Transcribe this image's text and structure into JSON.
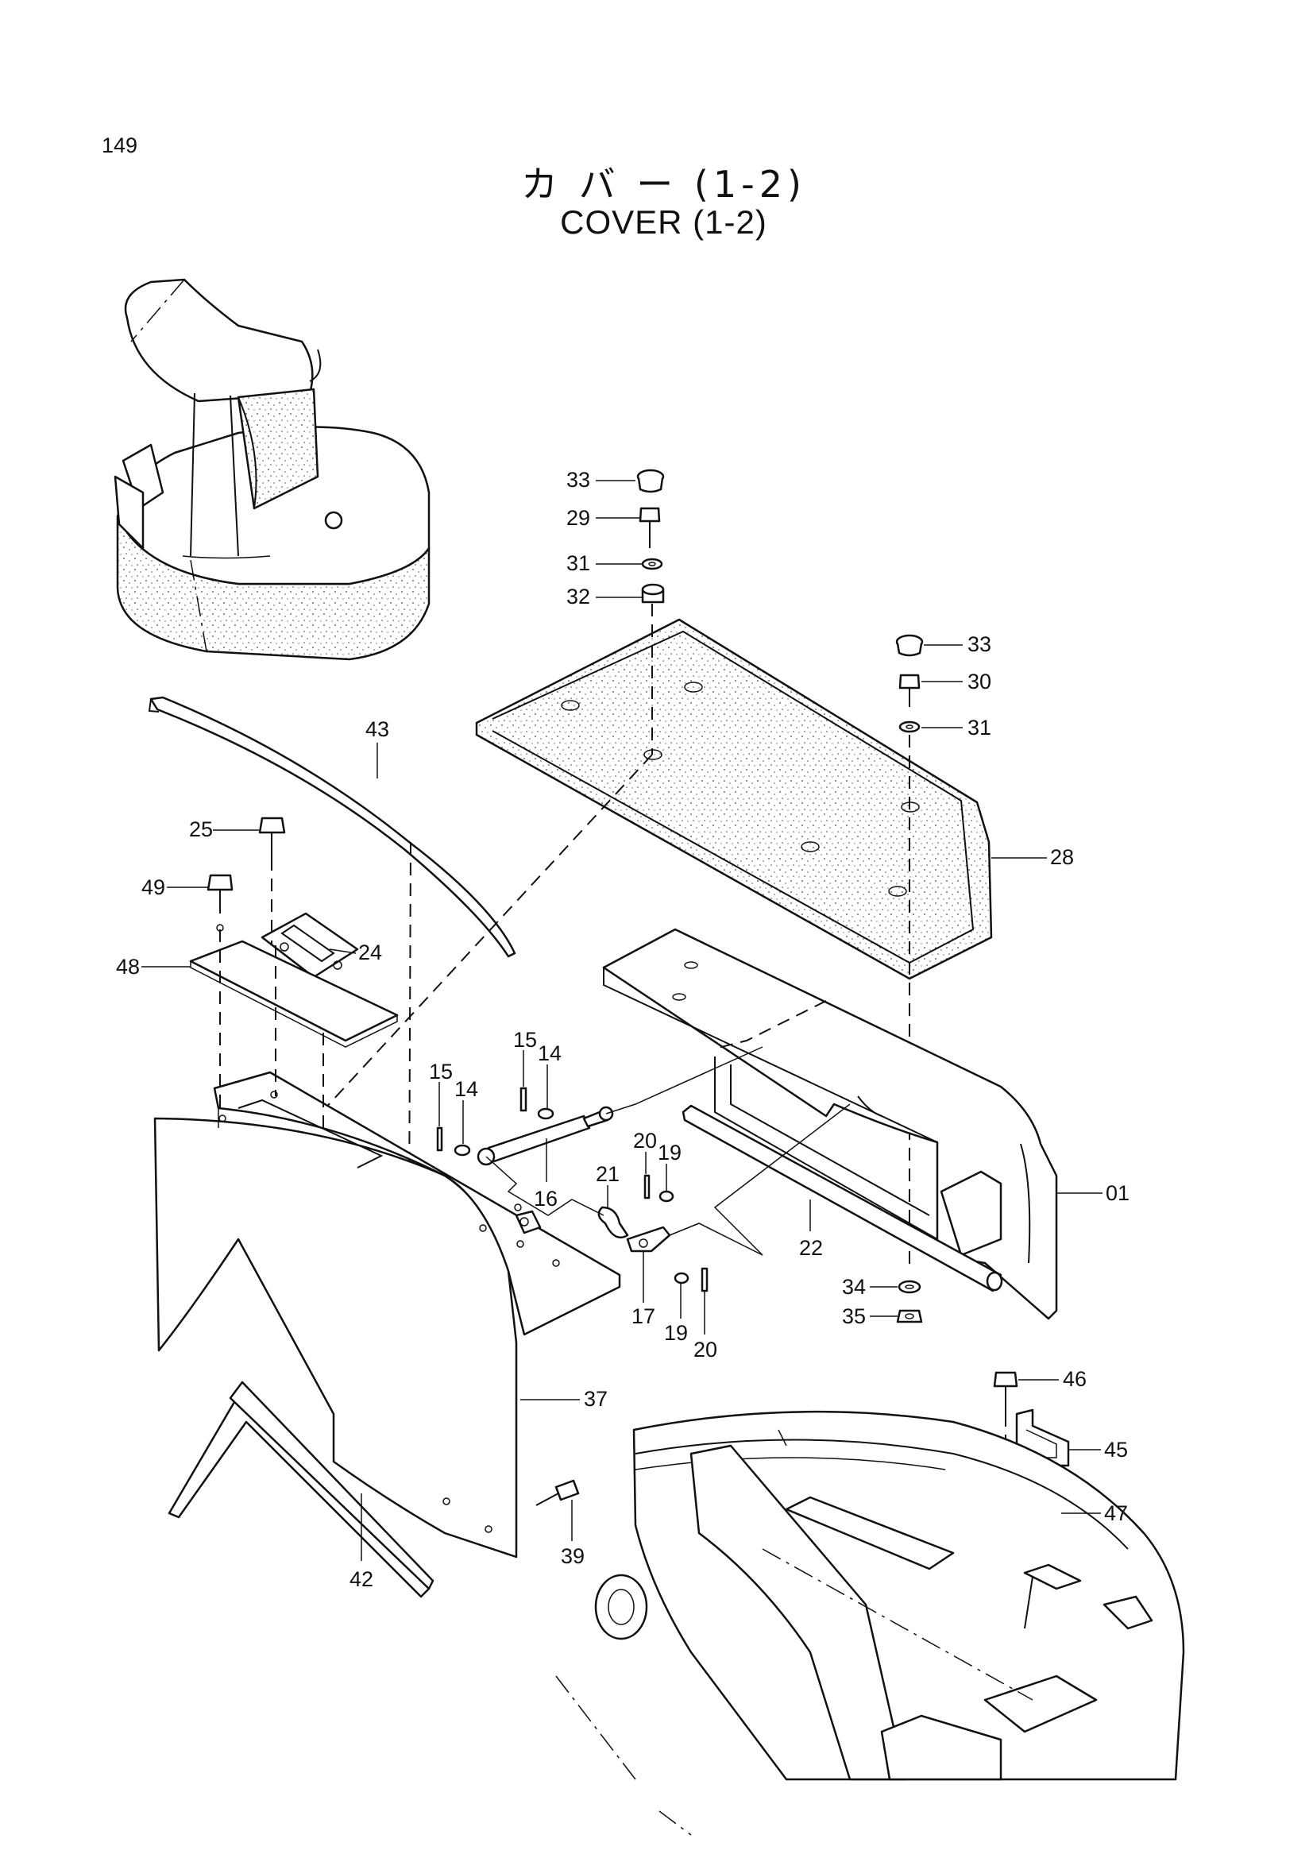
{
  "page": {
    "number": "149"
  },
  "title": {
    "japanese": "カ バ ー  (1-2)",
    "english": "COVER (1-2)"
  },
  "callouts": [
    {
      "id": "33a",
      "label": "33"
    },
    {
      "id": "29",
      "label": "29"
    },
    {
      "id": "31a",
      "label": "31"
    },
    {
      "id": "32",
      "label": "32"
    },
    {
      "id": "33b",
      "label": "33"
    },
    {
      "id": "30",
      "label": "30"
    },
    {
      "id": "31b",
      "label": "31"
    },
    {
      "id": "43",
      "label": "43"
    },
    {
      "id": "25",
      "label": "25"
    },
    {
      "id": "49",
      "label": "49"
    },
    {
      "id": "24",
      "label": "24"
    },
    {
      "id": "48",
      "label": "48"
    },
    {
      "id": "28",
      "label": "28"
    },
    {
      "id": "15a",
      "label": "15"
    },
    {
      "id": "14a",
      "label": "14"
    },
    {
      "id": "15b",
      "label": "15"
    },
    {
      "id": "14b",
      "label": "14"
    },
    {
      "id": "20a",
      "label": "20"
    },
    {
      "id": "19a",
      "label": "19"
    },
    {
      "id": "21",
      "label": "21"
    },
    {
      "id": "16",
      "label": "16"
    },
    {
      "id": "17",
      "label": "17"
    },
    {
      "id": "19b",
      "label": "19"
    },
    {
      "id": "20b",
      "label": "20"
    },
    {
      "id": "22",
      "label": "22"
    },
    {
      "id": "01",
      "label": "01"
    },
    {
      "id": "34",
      "label": "34"
    },
    {
      "id": "35",
      "label": "35"
    },
    {
      "id": "37",
      "label": "37"
    },
    {
      "id": "46",
      "label": "46"
    },
    {
      "id": "45",
      "label": "45"
    },
    {
      "id": "47",
      "label": "47"
    },
    {
      "id": "39",
      "label": "39"
    },
    {
      "id": "42",
      "label": "42"
    }
  ]
}
